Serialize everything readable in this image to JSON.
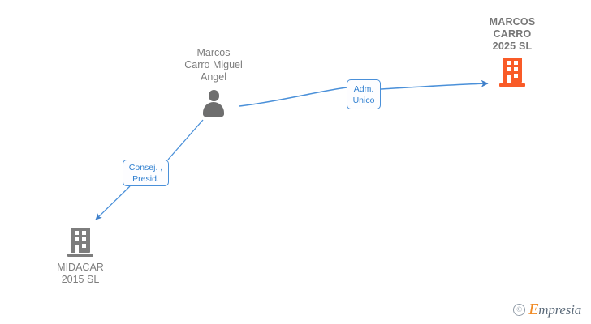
{
  "diagram": {
    "type": "relationship-graph",
    "nodes": [
      {
        "id": "person",
        "kind": "person",
        "icon": "person-icon",
        "label": "Marcos\nCarro Miguel\nAngel",
        "color": "#6e6e6e"
      },
      {
        "id": "company-right",
        "kind": "company",
        "icon": "building-icon",
        "label": "MARCOS\nCARRO\n2025  SL",
        "color": "#f95b28"
      },
      {
        "id": "company-left",
        "kind": "company",
        "icon": "building-icon",
        "label": "MIDACAR\n2015  SL",
        "color": "#7d7d7d"
      }
    ],
    "edges": [
      {
        "id": "edge-adm-unico",
        "from": "person",
        "to": "company-right",
        "label": "Adm.\nUnico",
        "color": "#4a90d9"
      },
      {
        "id": "edge-consej-presid",
        "from": "person",
        "to": "company-left",
        "label": "Consej. ,\nPresid.",
        "color": "#4a90d9"
      }
    ]
  },
  "watermark": {
    "copyright": "©",
    "brand_initial": "E",
    "brand_rest": "mpresia"
  }
}
